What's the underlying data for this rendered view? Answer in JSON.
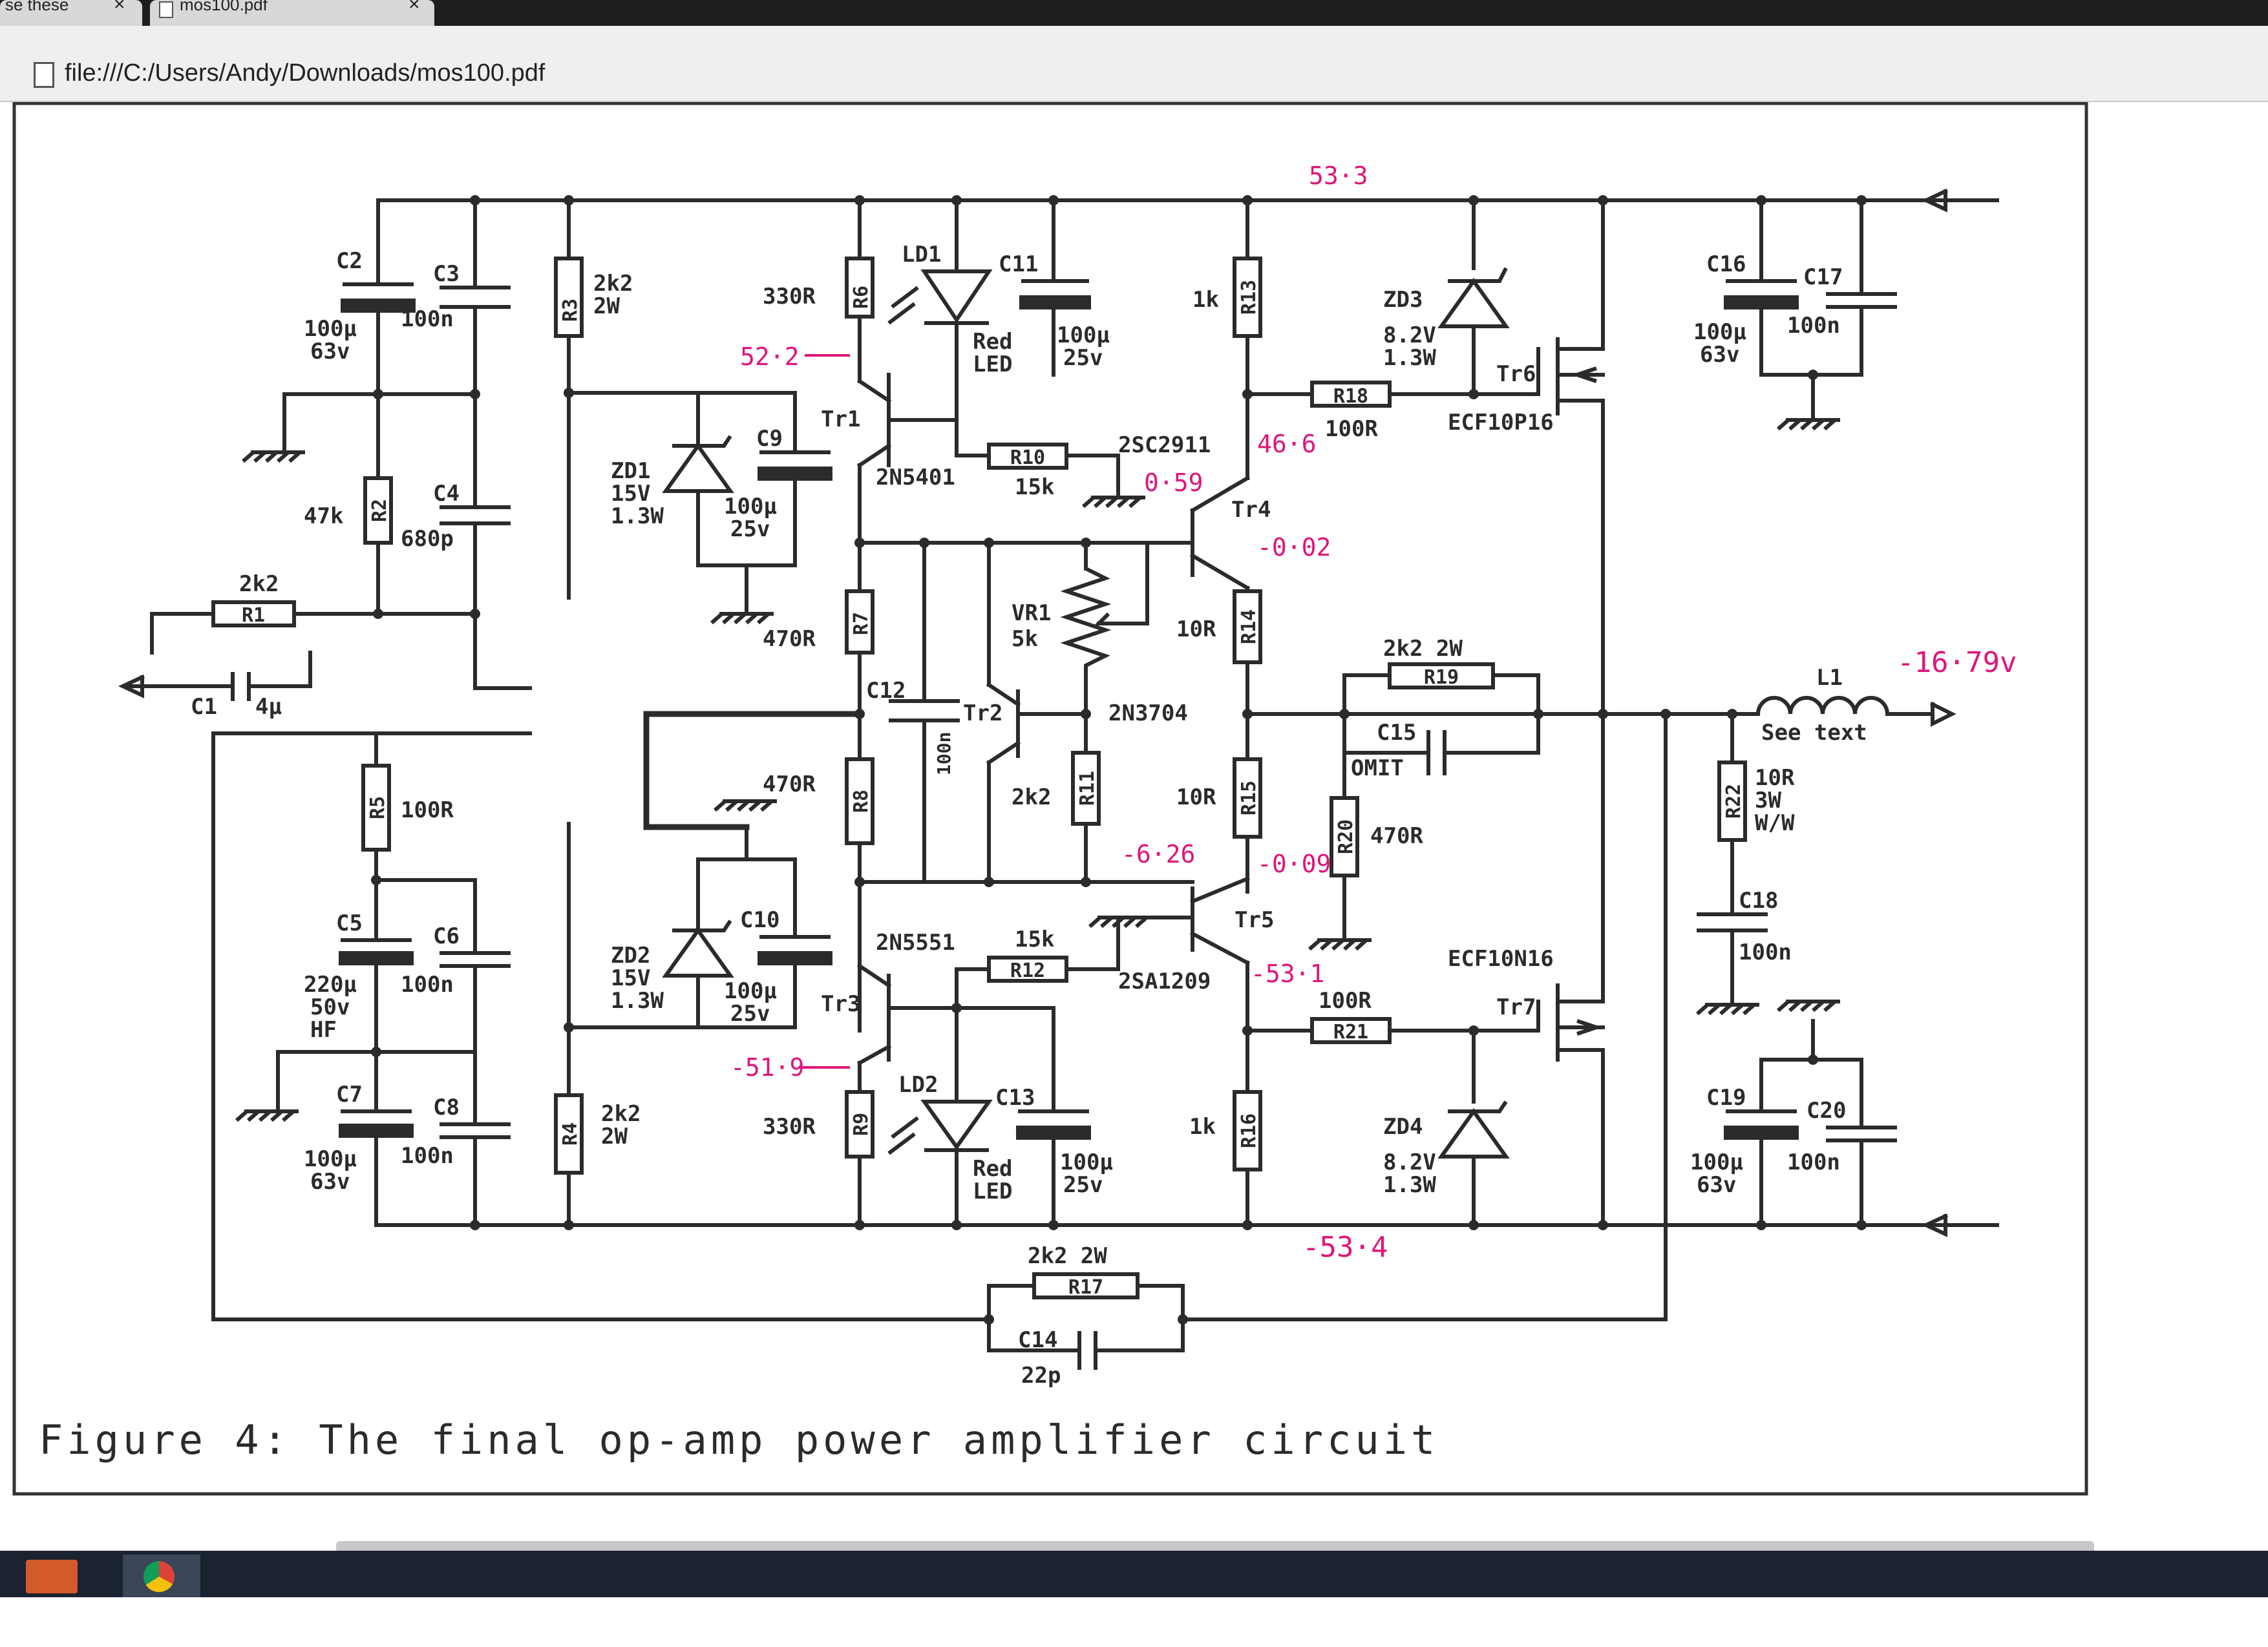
{
  "browser": {
    "tabs": [
      {
        "label": "se these"
      },
      {
        "label": "mos100.pdf"
      }
    ],
    "url": "file:///C:/Users/Andy/Downloads/mos100.pdf"
  },
  "figure": {
    "caption": "Figure 4:  The final op-amp power amplifier circuit"
  },
  "components": {
    "C2": {
      "ref": "C2",
      "v1": "100µ",
      "v2": "63v"
    },
    "C3": {
      "ref": "C3",
      "v1": "100n"
    },
    "R3": {
      "ref": "R3",
      "v1": "2k2",
      "v2": "2W"
    },
    "R6": {
      "ref": "R6",
      "v1": "330R"
    },
    "LD1": {
      "ref": "LD1",
      "v1": "Red",
      "v2": "LED"
    },
    "C11": {
      "ref": "C11",
      "v1": "100µ",
      "v2": "25v"
    },
    "R13": {
      "ref": "R13",
      "v1": "1k"
    },
    "ZD3": {
      "ref": "ZD3",
      "v1": "8.2V",
      "v2": "1.3W"
    },
    "C16": {
      "ref": "C16",
      "v1": "100µ",
      "v2": "63v"
    },
    "C17": {
      "ref": "C17",
      "v1": "100n"
    },
    "Tr6": {
      "ref": "Tr6",
      "v1": "ECF10P16"
    },
    "R18": {
      "ref": "R18",
      "v1": "100R"
    },
    "Tr1": {
      "ref": "Tr1",
      "v1": "2N5401"
    },
    "R10": {
      "ref": "R10",
      "v1": "15k"
    },
    "Tr4": {
      "ref": "Tr4",
      "v1": "2SC2911"
    },
    "ZD1": {
      "ref": "ZD1",
      "v1": "15V",
      "v2": "1.3W"
    },
    "C9": {
      "ref": "C9",
      "v1": "100µ",
      "v2": "25v"
    },
    "R2": {
      "ref": "R2",
      "v1": "47k"
    },
    "C4": {
      "ref": "C4",
      "v1": "680p"
    },
    "R1": {
      "ref": "R1",
      "v1": "2k2"
    },
    "C1": {
      "ref": "C1",
      "v1": "4µ"
    },
    "R7": {
      "ref": "R7",
      "v1": "470R"
    },
    "VR1": {
      "ref": "VR1",
      "v1": "5k"
    },
    "R14": {
      "ref": "R14",
      "v1": "10R"
    },
    "R19": {
      "ref": "R19",
      "v1": "2k2  2W"
    },
    "L1": {
      "ref": "L1",
      "v1": "See text"
    },
    "C12": {
      "ref": "C12",
      "v1": "100n"
    },
    "Tr2": {
      "ref": "Tr2",
      "v1": "2N3704"
    },
    "C15": {
      "ref": "C15",
      "v1": "OMIT"
    },
    "R22": {
      "ref": "R22",
      "v1": "10R",
      "v2": "3W",
      "v3": "W/W"
    },
    "R5": {
      "ref": "R5",
      "v1": "100R"
    },
    "R8": {
      "ref": "R8",
      "v1": "470R"
    },
    "R11": {
      "ref": "R11",
      "v1": "2k2"
    },
    "R15": {
      "ref": "R15",
      "v1": "10R"
    },
    "R20": {
      "ref": "R20",
      "v1": "470R"
    },
    "C5": {
      "ref": "C5",
      "v1": "220µ",
      "v2": "50v",
      "v3": "HF"
    },
    "C6": {
      "ref": "C6",
      "v1": "100n"
    },
    "ZD2": {
      "ref": "ZD2",
      "v1": "15V",
      "v2": "1.3W"
    },
    "C10": {
      "ref": "C10",
      "v1": "100µ",
      "v2": "25v"
    },
    "Tr3": {
      "ref": "Tr3",
      "v1": "2N5551"
    },
    "R12": {
      "ref": "R12",
      "v1": "15k"
    },
    "Tr5": {
      "ref": "Tr5",
      "v1": "2SA1209"
    },
    "Tr7": {
      "ref": "Tr7",
      "v1": "ECF10N16"
    },
    "R21": {
      "ref": "R21",
      "v1": "100R"
    },
    "C18": {
      "ref": "C18",
      "v1": "100n"
    },
    "C7": {
      "ref": "C7",
      "v1": "100µ",
      "v2": "63v"
    },
    "C8": {
      "ref": "C8",
      "v1": "100n"
    },
    "R4": {
      "ref": "R4",
      "v1": "2k2",
      "v2": "2W"
    },
    "R9": {
      "ref": "R9",
      "v1": "330R"
    },
    "LD2": {
      "ref": "LD2",
      "v1": "Red",
      "v2": "LED"
    },
    "C13": {
      "ref": "C13",
      "v1": "100µ",
      "v2": "25v"
    },
    "R16": {
      "ref": "R16",
      "v1": "1k"
    },
    "ZD4": {
      "ref": "ZD4",
      "v1": "8.2V",
      "v2": "1.3W"
    },
    "C19": {
      "ref": "C19",
      "v1": "100µ",
      "v2": "63v"
    },
    "C20": {
      "ref": "C20",
      "v1": "100n"
    },
    "R17": {
      "ref": "R17",
      "v1": "2k2  2W"
    },
    "C14": {
      "ref": "C14",
      "v1": "22p"
    }
  },
  "annotations": {
    "top_rail": "53·3",
    "bottom_rail": "-53·4",
    "tr1_emitter": "52·2",
    "tr4_collector": "46·6",
    "tr4_base": "0·59",
    "tr4_emitter": "-0·02",
    "output": "-16·79v",
    "tr5_base": "-6·26",
    "tr5_emitter": "-0·09",
    "tr5_collector": "-53·1",
    "tr3_emitter": "-51·9"
  },
  "colors": {
    "ink": "#2b2b2b",
    "annotation": "#e0147a",
    "frame": "#333333"
  }
}
